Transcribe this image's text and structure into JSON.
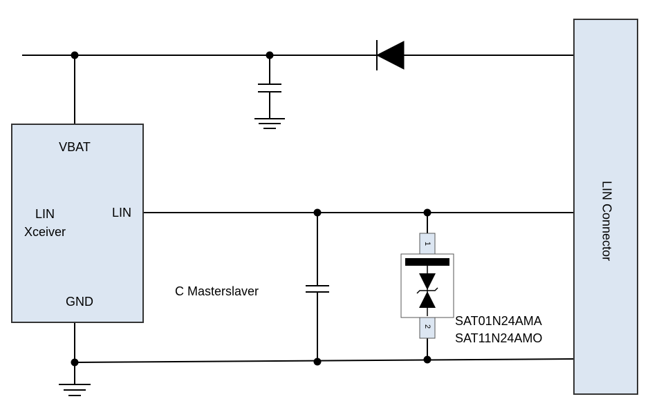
{
  "transceiver": {
    "vbat_label": "VBAT",
    "lin_pin_label": "LIN",
    "name_line1": "LIN",
    "name_line2": "Xceiver",
    "gnd_label": "GND"
  },
  "connector": {
    "label": "LIN Connector"
  },
  "capacitor": {
    "label": "C Masterslaver"
  },
  "tvs_diode": {
    "pin1": "1",
    "pin2": "2",
    "part_line1": "SAT01N24AMA",
    "part_line2": "SAT11N24AMO"
  },
  "colors": {
    "wire": "#000000",
    "block_fill": "#dce6f2",
    "block_stroke": "#333333",
    "diode_fill": "#000000"
  }
}
